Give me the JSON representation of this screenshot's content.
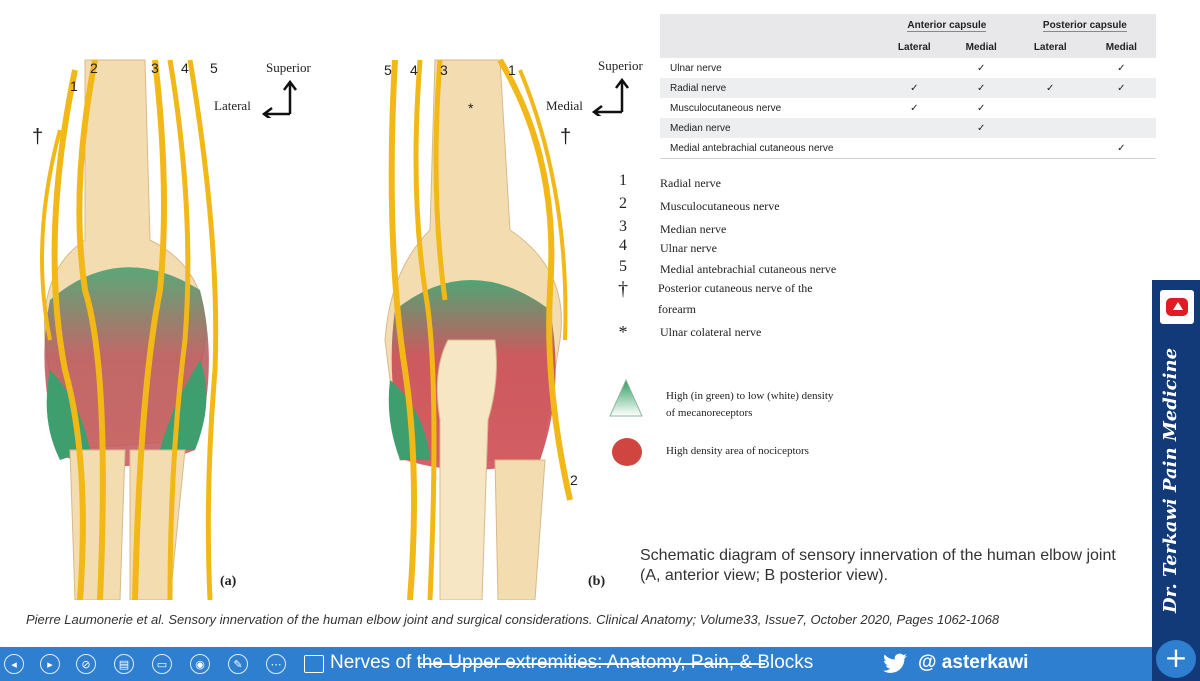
{
  "figure": {
    "panel_a": {
      "caption": "(a)",
      "nerve_numbers": [
        "1",
        "2",
        "3",
        "4",
        "5"
      ],
      "dagger": "†",
      "orientation": {
        "top": "Superior",
        "side": "Lateral"
      }
    },
    "panel_b": {
      "caption": "(b)",
      "nerve_numbers": [
        "5",
        "4",
        "3",
        "1",
        "2"
      ],
      "dagger": "†",
      "asterisk": "*",
      "orientation": {
        "top": "Superior",
        "side": "Medial"
      }
    }
  },
  "table": {
    "group_headers": [
      "Anterior capsule",
      "Posterior capsule"
    ],
    "sub_headers": [
      "Lateral",
      "Medial",
      "Lateral",
      "Medial"
    ],
    "rows": [
      {
        "name": "Ulnar nerve",
        "cells": [
          "",
          "✓",
          "",
          "✓"
        ]
      },
      {
        "name": "Radial nerve",
        "cells": [
          "✓",
          "✓",
          "✓",
          "✓"
        ]
      },
      {
        "name": "Musculocutaneous nerve",
        "cells": [
          "✓",
          "✓",
          "",
          ""
        ]
      },
      {
        "name": "Median nerve",
        "cells": [
          "",
          "✓",
          "",
          ""
        ]
      },
      {
        "name": "Medial antebrachial cutaneous nerve",
        "cells": [
          "",
          "",
          "",
          "✓"
        ]
      }
    ]
  },
  "legend": [
    {
      "symbol": "1",
      "text": "Radial nerve"
    },
    {
      "symbol": "2",
      "text": "Musculocutaneous nerve"
    },
    {
      "symbol": "3",
      "text": "Median nerve"
    },
    {
      "symbol": "4",
      "text": "Ulnar nerve"
    },
    {
      "symbol": "5",
      "text": "Medial antebrachial cutaneous nerve"
    },
    {
      "symbol": "†",
      "text": "Posterior cutaneous nerve of the",
      "text2": "forearm"
    },
    {
      "symbol": "*",
      "text": "Ulnar colateral nerve"
    }
  ],
  "density_legend": {
    "mechanoreceptors": {
      "line1": "High (in green) to low (white) density",
      "line2": "of mecanoreceptors"
    },
    "nociceptors": "High density area of nociceptors"
  },
  "caption": "Schematic diagram of sensory innervation of the human elbow joint (A, anterior view; B posterior view).",
  "citation": "Pierre Laumonerie et al. Sensory innervation of the human elbow joint and surgical considerations. Clinical Anatomy; Volume33, Issue7, October 2020, Pages 1062-1068",
  "side_banner": {
    "brand": "Dr. Terkawi Pain Medicine",
    "icon": "youtube-icon"
  },
  "toolbar": {
    "buttons": [
      "◂",
      "▸",
      "⊘",
      "▤",
      "▭",
      "◉",
      "✎",
      "⋯"
    ],
    "title": "Nerves of the Upper extremities: Anatomy, Pain, & Blocks",
    "twitter_handle": "@ asterkawi",
    "plus": "+"
  },
  "colors": {
    "nerve": "#f2b817",
    "bone": "#f3dcb0",
    "capsule_green": "#3f9e6e",
    "capsule_red": "#c84b55",
    "toolbar": "#2f7fd0",
    "banner": "#123a78"
  }
}
